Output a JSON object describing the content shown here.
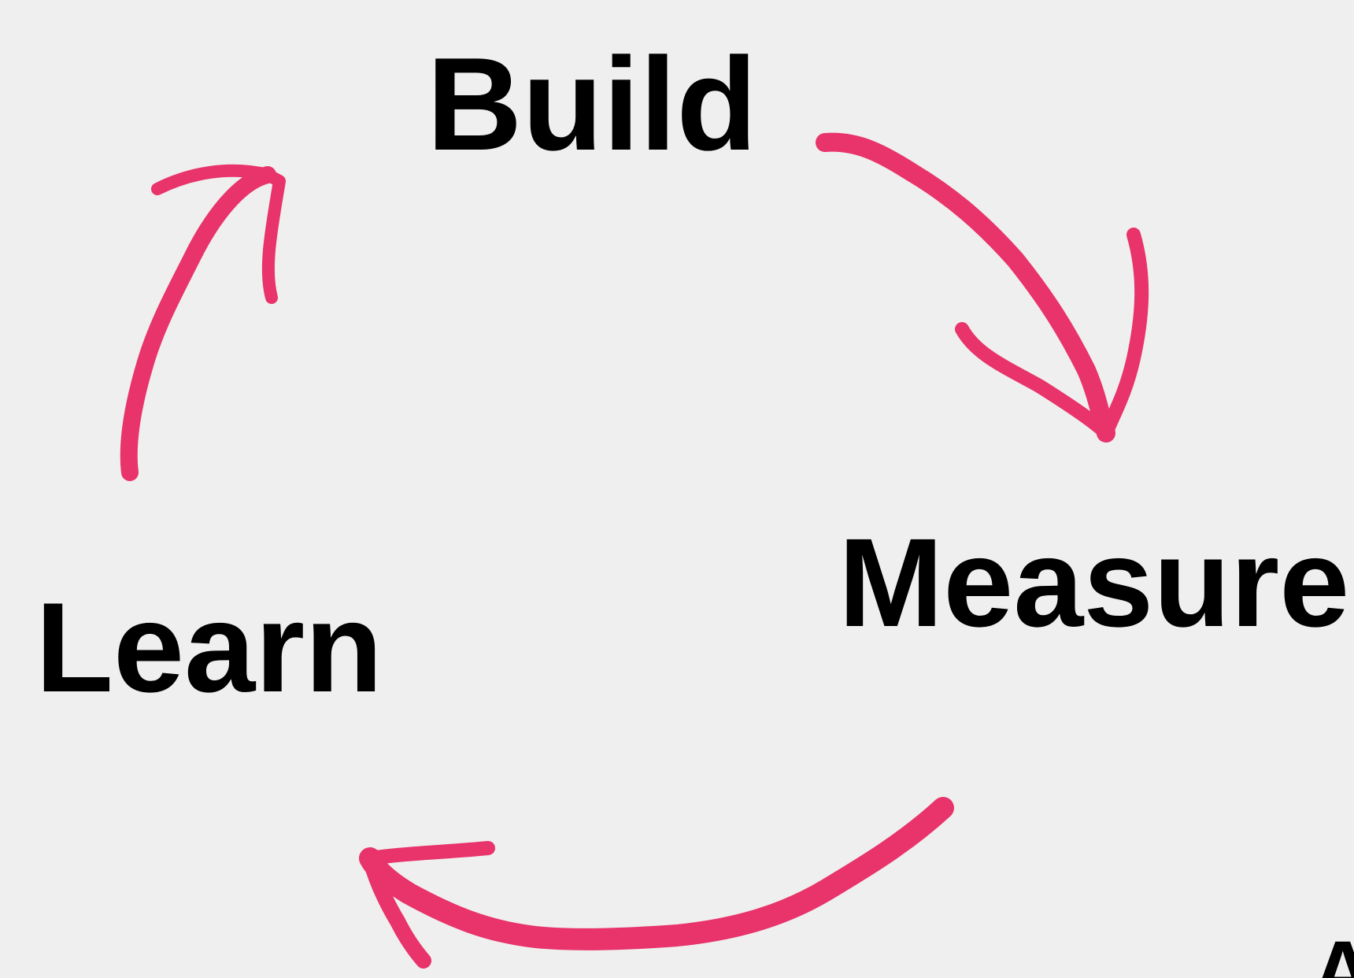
{
  "diagram": {
    "nodes": {
      "build": "Build",
      "measure": "Measure",
      "learn": "Learn"
    },
    "edges": [
      {
        "from": "build",
        "to": "measure"
      },
      {
        "from": "measure",
        "to": "learn"
      },
      {
        "from": "learn",
        "to": "build"
      }
    ],
    "edge_glyph": "A",
    "colors": {
      "background": "#efefef",
      "text": "#000000",
      "arrow": "#e8336b"
    }
  }
}
